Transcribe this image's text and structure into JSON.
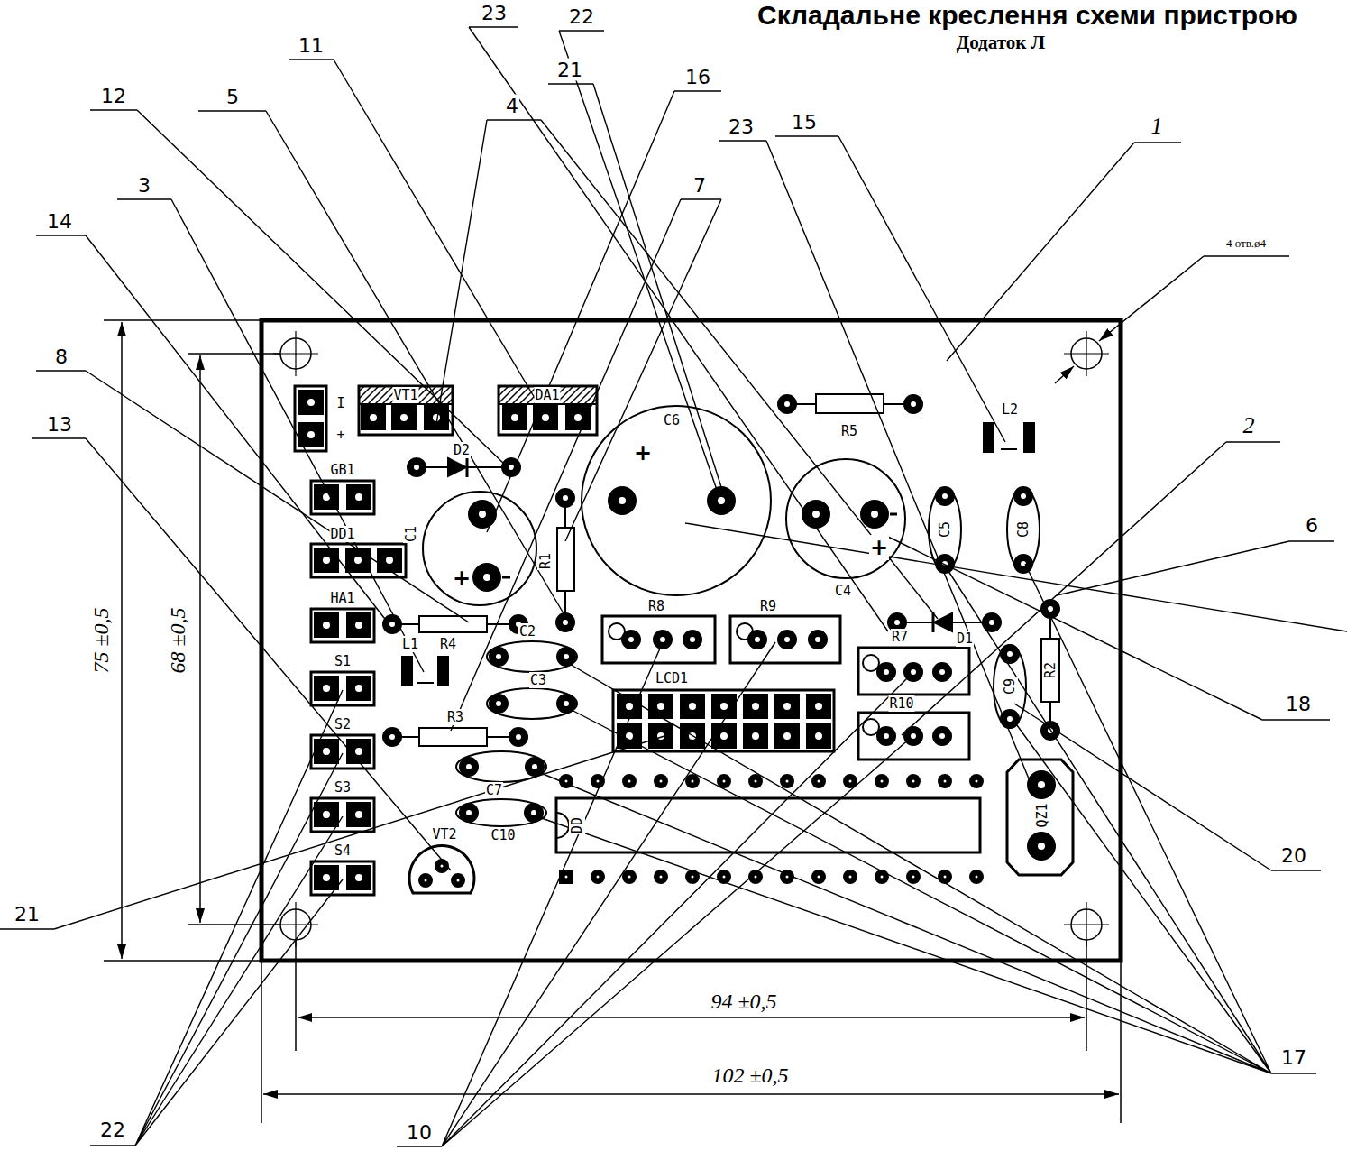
{
  "diagram": {
    "title": "Складальне креслення схеми пристрою",
    "labels": [
      "Додаток Л",
      "23",
      "22",
      "11",
      "16",
      "21",
      "12",
      "5",
      "4",
      "23",
      "15",
      "1",
      "3",
      "7",
      "14",
      "4 отв.ø4",
      "8",
      "13",
      "2",
      "6",
      "18",
      "20",
      "21",
      "17",
      "22",
      "10",
      "75 ±0,5",
      "68 ±0,5",
      "94 ±0,5",
      "102 ±0,5",
      "I",
      "+",
      "VT1",
      "DA1",
      "C6",
      "R5",
      "L2",
      "GB1",
      "D2",
      "+",
      "DD1",
      "C1",
      "C5",
      "C8",
      "R1",
      "+",
      "+",
      "C4",
      "HA1",
      "R8",
      "R9",
      "C2",
      "L1",
      "R4",
      "R7",
      "D1",
      "R2",
      "S1",
      "C3",
      "C9",
      "R3",
      "R10",
      "LCD1",
      "S2",
      "S3",
      "S4",
      "C7",
      "QZ1",
      "C10",
      "DD",
      "VT2"
    ]
  }
}
